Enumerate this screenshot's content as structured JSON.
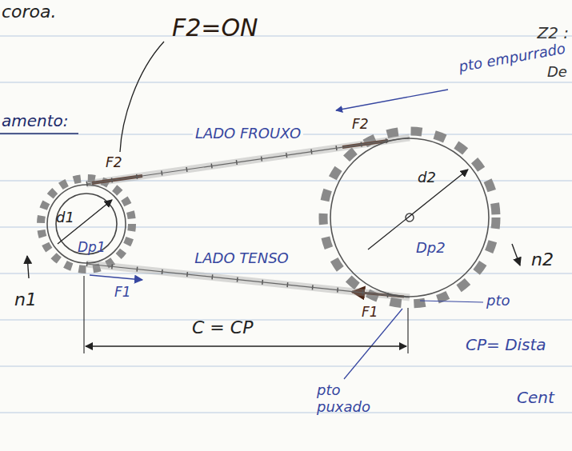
{
  "diagram": {
    "nodes": [
      {
        "text": [
          "d1",
          "Dp1"
        ]
      },
      {
        "text": [
          "d2",
          "Dp2"
        ]
      }
    ],
    "edges": [
      {
        "from": 0,
        "to": 1,
        "arrow": "none",
        "label": "LADO FROUXO"
      },
      {
        "from": 0,
        "to": 1,
        "arrow": "none",
        "label": "LADO TENSO"
      }
    ],
    "labels": [
      "coroa.",
      "F2=ON",
      "amento:",
      "pto empurrado",
      "Z2 :",
      "De",
      "F2",
      "F2",
      "n1",
      "F1",
      "F1",
      "n2",
      "pto",
      "C = CP",
      "pto puxado",
      "CP= Dista",
      "Cent"
    ]
  }
}
